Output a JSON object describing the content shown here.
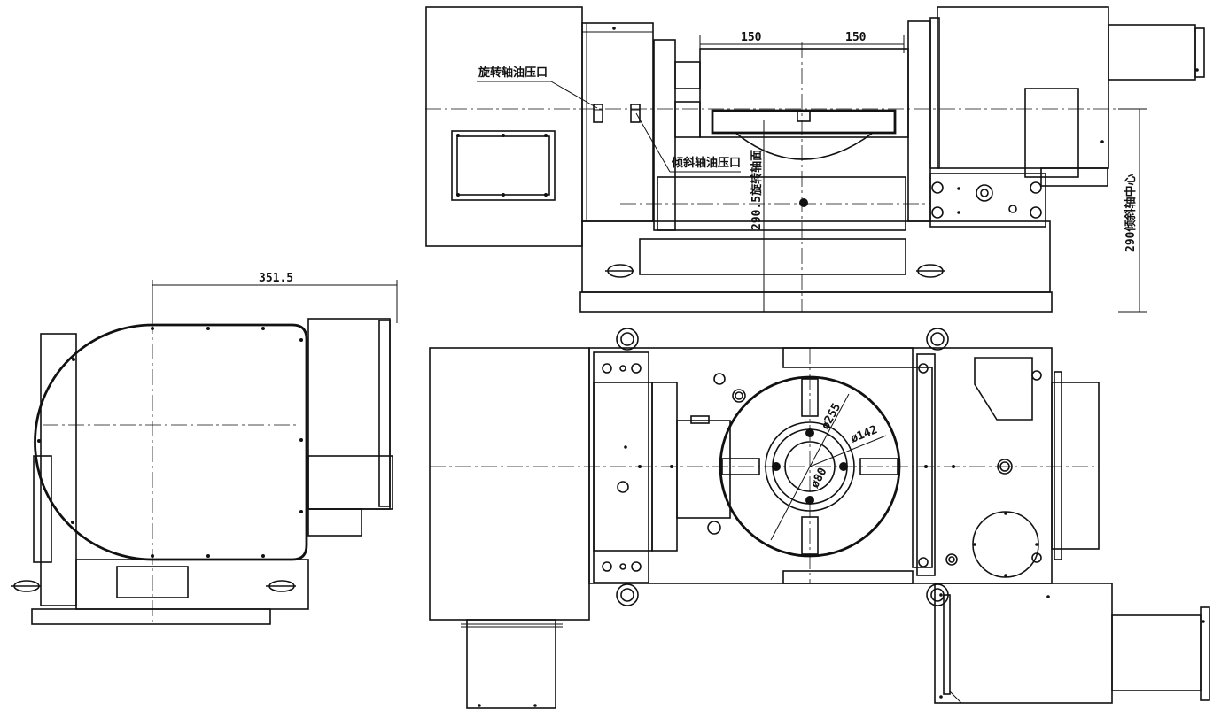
{
  "dimensions": {
    "top_width_left": "150",
    "top_width_right": "150",
    "side_width": "351.5",
    "rotary_face_height": "290.5旋转轴面",
    "tilt_center_height": "290倾斜轴中心",
    "dia_outer": "ø255",
    "dia_mid": "ø142",
    "dia_inner": "ø80"
  },
  "labels": {
    "rotary_oil_port": "旋转轴油压口",
    "tilt_oil_port": "倾斜轴油压口"
  }
}
